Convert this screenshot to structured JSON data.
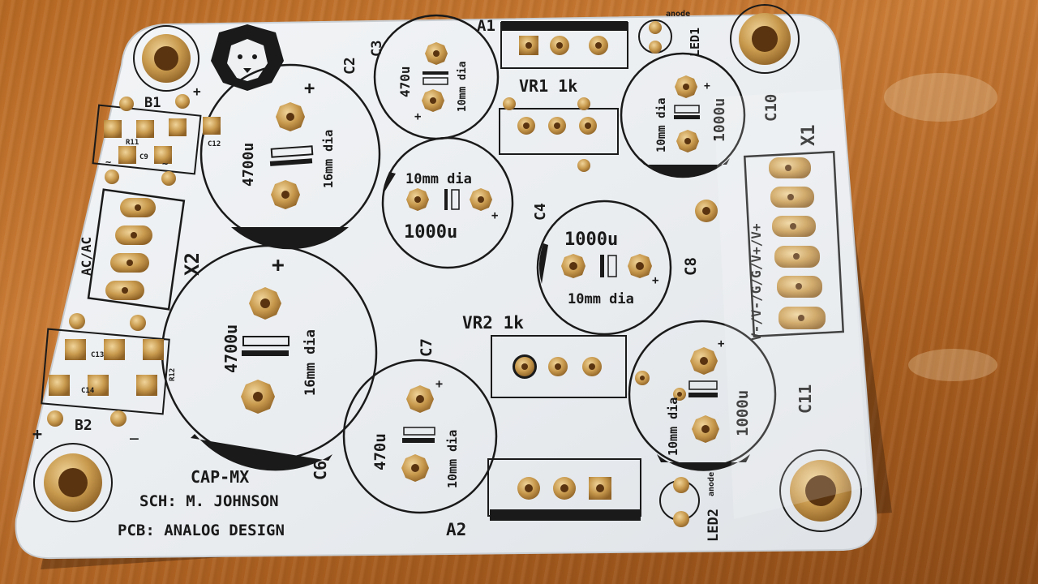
{
  "board": {
    "name": "CAP-MX",
    "credits": [
      "SCH: M. JOHNSON",
      "PCB: ANALOG DESIGN"
    ]
  },
  "labels": {
    "A1": "A1",
    "A2": "A2",
    "VR1": "VR1 1k",
    "VR2": "VR2 1k",
    "B1": "B1",
    "B2": "B2",
    "X1": "X1",
    "X2": "X2",
    "LED1": "LED1",
    "LED2": "LED2",
    "anode": "anode",
    "x2_pins": "AC/AC",
    "x1_pins": "V-/V-/G/G/V+/V+",
    "C2": "C2",
    "C3": "C3",
    "C4": "C4",
    "C6": "C6",
    "C7": "C7",
    "C8": "C8",
    "C10": "C10",
    "C11": "C11",
    "C9": "C9",
    "C12": "C12",
    "C13": "C13",
    "C14": "C14",
    "R11": "R11",
    "R12": "R12",
    "plus": "+",
    "minus": "_",
    "tilde": "~"
  },
  "capacitors": {
    "big_value": "4700u",
    "big_dia": "16mm dia",
    "mid_value": "1000u",
    "mid_dia": "10mm dia",
    "small_value": "470u",
    "small_dia": "10mm dia"
  },
  "colors": {
    "wood": "#b86a24",
    "board": "#eef0f2",
    "silkscreen": "#1a1a1a",
    "copper": "#c89a4e"
  }
}
